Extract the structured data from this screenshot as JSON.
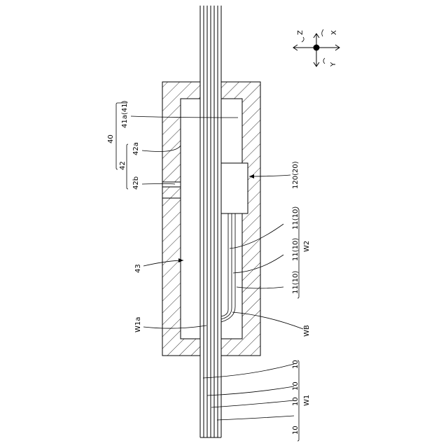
{
  "axes": {
    "x": "X",
    "y": "Y",
    "z": "Z"
  },
  "labels": {
    "housing_group": "40",
    "upper_wall": "41a(41)",
    "recess_group": "42",
    "inner_face": "42a",
    "step_face": "42b",
    "inner_space": "43",
    "bundle_inner": "W1a",
    "component": "120(20)",
    "branch_wire_1": "11(10)",
    "branch_wire_2": "11(10)",
    "branch_wire_3": "11(10)",
    "branch_group": "W2",
    "bend": "WB",
    "wire_1": "10",
    "wire_2": "10",
    "wire_3": "10",
    "wire_4": "10",
    "bundle_group": "W1"
  }
}
